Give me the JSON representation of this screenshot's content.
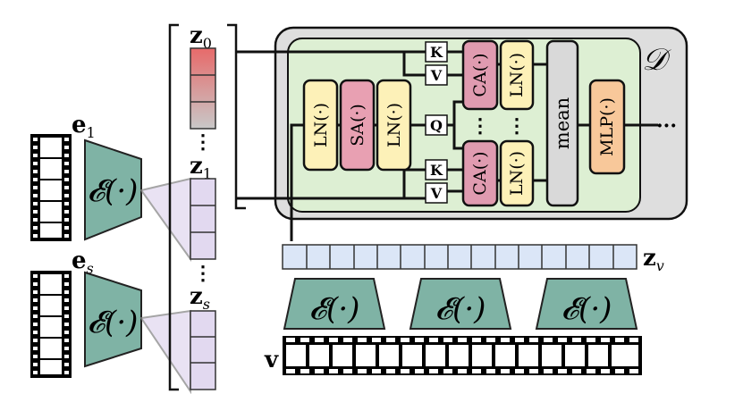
{
  "embeddings": {
    "e1_main": "e",
    "e1_sub": "1",
    "es_main": "e",
    "es_sub": "s"
  },
  "encoder_label": "𝓔(·)",
  "latents": {
    "z0_main": "z",
    "z0_sub": "0",
    "z1_main": "z",
    "z1_sub": "1",
    "zs_main": "z",
    "zs_sub": "s",
    "zv_main": "z",
    "zv_sub": "v",
    "ellipsis": "⋮"
  },
  "decoder": {
    "symbol": "𝒟",
    "ln_label": "LN(·)",
    "sa_label": "SA(·)",
    "ca_label": "CA(·)",
    "mean_label": "mean",
    "mlp_label": "MLP(·)",
    "k_label": "K",
    "v_label": "V",
    "q_label": "Q",
    "dots": "⋮",
    "out_dots": "···"
  },
  "video_label": "v",
  "colors": {
    "encoder": "#7fb3a5",
    "green_panel": "#ddefd3",
    "gray_panel": "#dedede",
    "ln": "#fdf1b8",
    "sa": "#e8a0b2",
    "ca": "#e09bb0",
    "mlp": "#f8c89a",
    "mean": "#d9d9d9",
    "token_blue": "#dbe6f7",
    "token_purple": "#e2d9f0",
    "z0_top": "#e76a6a",
    "z0_bottom": "#c8c8c8"
  }
}
